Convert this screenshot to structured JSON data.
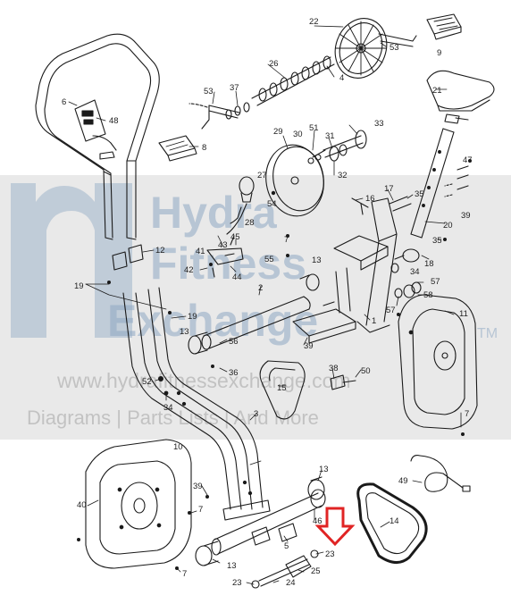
{
  "watermark": {
    "brand_line1": "Hydra",
    "brand_line2": "Fitness",
    "brand_line3": "Exchange",
    "trademark": "TM",
    "website": "www.hydrafitnessexchange.com",
    "tagline": "Diagrams | Parts Lists | And More",
    "colors": {
      "band": "#dcdcdc",
      "brand": "#8fa8c4",
      "tagline": "#b5b5b5"
    }
  },
  "callouts": [
    {
      "label": "22",
      "part": "flywheel-pulley"
    },
    {
      "label": "53",
      "part": "crank-arm-right"
    },
    {
      "label": "9",
      "part": "pedal-right"
    },
    {
      "label": "26",
      "part": "crank-bearing-set"
    },
    {
      "label": "4",
      "part": "crank-axle"
    },
    {
      "label": "21",
      "part": "seat"
    },
    {
      "label": "6",
      "part": "upper-handlebar"
    },
    {
      "label": "37",
      "part": "washer-set"
    },
    {
      "label": "53",
      "part": "crank-arm-left"
    },
    {
      "label": "48",
      "part": "console"
    },
    {
      "label": "8",
      "part": "pedal-left"
    },
    {
      "label": "29",
      "part": "flywheel"
    },
    {
      "label": "30",
      "part": "bolt"
    },
    {
      "label": "51",
      "part": "nut"
    },
    {
      "label": "31",
      "part": "idler"
    },
    {
      "label": "33",
      "part": "idler-pulley"
    },
    {
      "label": "32",
      "part": "spacer"
    },
    {
      "label": "47",
      "part": "seat-bolts"
    },
    {
      "label": "27",
      "part": "resistance-knob"
    },
    {
      "label": "54",
      "part": "screw"
    },
    {
      "label": "16",
      "part": "bracket"
    },
    {
      "label": "17",
      "part": "knob-bolt"
    },
    {
      "label": "35",
      "part": "seat-post-screw-upper"
    },
    {
      "label": "39",
      "part": "screw-seat"
    },
    {
      "label": "28",
      "part": "resistance-cable"
    },
    {
      "label": "20",
      "part": "seat-post"
    },
    {
      "label": "12",
      "part": "upright-caps"
    },
    {
      "label": "41",
      "part": "bolt"
    },
    {
      "label": "45",
      "part": "magnet-bolt"
    },
    {
      "label": "43",
      "part": "magnet-bracket"
    },
    {
      "label": "7",
      "part": "screw"
    },
    {
      "label": "55",
      "part": "screw"
    },
    {
      "label": "35",
      "part": "seat-post-screw-lower"
    },
    {
      "label": "42",
      "part": "screw"
    },
    {
      "label": "44",
      "part": "magnet"
    },
    {
      "label": "13",
      "part": "rear-end-cap"
    },
    {
      "label": "18",
      "part": "seat-adjust-knob"
    },
    {
      "label": "57",
      "part": "washer-upper"
    },
    {
      "label": "34",
      "part": "washer"
    },
    {
      "label": "58",
      "part": "bushing"
    },
    {
      "label": "19",
      "part": "screws-left"
    },
    {
      "label": "2",
      "part": "rear-stabilizer"
    },
    {
      "label": "11",
      "part": "right-shield"
    },
    {
      "label": "19",
      "part": "screws-right"
    },
    {
      "label": "1",
      "part": "frame"
    },
    {
      "label": "57",
      "part": "washer-lower"
    },
    {
      "label": "13",
      "part": "stabilizer-cap"
    },
    {
      "label": "56",
      "part": "screw"
    },
    {
      "label": "39",
      "part": "screw-frame"
    },
    {
      "label": "36",
      "part": "bolt"
    },
    {
      "label": "38",
      "part": "clip"
    },
    {
      "label": "50",
      "part": "screw"
    },
    {
      "label": "52",
      "part": "nut"
    },
    {
      "label": "15",
      "part": "belt-guard"
    },
    {
      "label": "34",
      "part": "washer-lower"
    },
    {
      "label": "7",
      "part": "screw-right-shield"
    },
    {
      "label": "3",
      "part": "upright"
    },
    {
      "label": "10",
      "part": "left-shield"
    },
    {
      "label": "13",
      "part": "front-cap-top"
    },
    {
      "label": "39",
      "part": "screw-lower"
    },
    {
      "label": "49",
      "part": "power-cord"
    },
    {
      "label": "40",
      "part": "shield-screws"
    },
    {
      "label": "7",
      "part": "screw-left-shield"
    },
    {
      "label": "46",
      "part": "front-stabilizer"
    },
    {
      "label": "14",
      "part": "drive-belt"
    },
    {
      "label": "5",
      "part": "bracket-front"
    },
    {
      "label": "23",
      "part": "leveling-foot-right"
    },
    {
      "label": "13",
      "part": "front-cap-bottom"
    },
    {
      "label": "7",
      "part": "screw-bottom"
    },
    {
      "label": "25",
      "part": "wheel"
    },
    {
      "label": "23",
      "part": "leveling-foot-left"
    },
    {
      "label": "24",
      "part": "axle"
    }
  ],
  "highlight": {
    "color": "#e02424"
  }
}
